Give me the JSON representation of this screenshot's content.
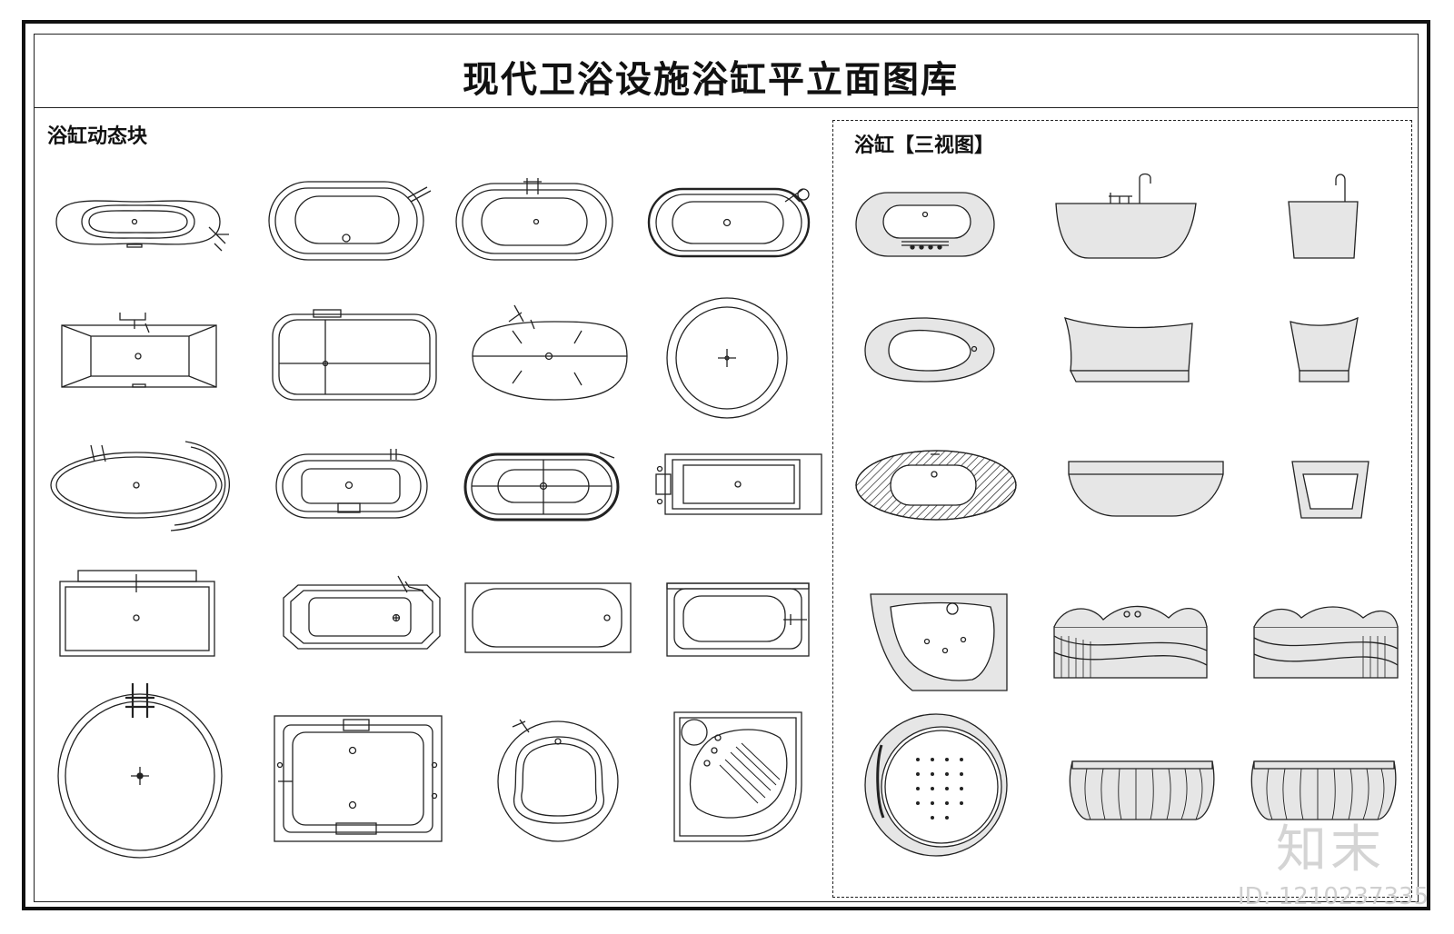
{
  "title": "现代卫浴设施浴缸平立面图库",
  "left_section": {
    "label": "浴缸动态块"
  },
  "right_section": {
    "label": "浴缸【三视图】"
  },
  "watermark": {
    "logo": "知末",
    "id": "ID: 1210237335"
  },
  "colors": {
    "line": "#222222",
    "fill_gray": "#e6e6e6",
    "watermark": "#d0d0d0"
  },
  "left_blocks": [
    "freestanding-oval-tub-with-faucet",
    "oval-tub-drain-bottom",
    "oval-tub-deck-faucet",
    "oval-tub-corner-faucet",
    "rectangular-tub-tapered",
    "rounded-rect-tub-divided",
    "freestanding-egg-tub-fixtures",
    "round-tub-center-drain",
    "elliptical-tub-with-arc",
    "oval-tub-notched",
    "oval-tub-heavy-rim",
    "rectangular-tub-side-panel",
    "rectangular-drop-in-tub",
    "octagonal-tub-faucet",
    "rounded-rect-tub-plain",
    "rectangular-tub-spout",
    "large-round-tub-faucet",
    "rectangular-whirlpool-tub",
    "kidney-round-tub",
    "corner-jacuzzi-tub"
  ],
  "right_rows": [
    {
      "plan": "oval-plan-jets",
      "front": "bowl-front-faucet",
      "side": "bowl-side-faucet"
    },
    {
      "plan": "slipper-plan",
      "front": "slipper-front",
      "side": "slipper-side"
    },
    {
      "plan": "hatched-oval-plan",
      "front": "boat-front",
      "side": "boat-side"
    },
    {
      "plan": "corner-massage-plan",
      "front": "massage-front",
      "side": "massage-side"
    },
    {
      "plan": "round-spa-plan",
      "front": "drum-front",
      "side": "drum-side"
    }
  ]
}
